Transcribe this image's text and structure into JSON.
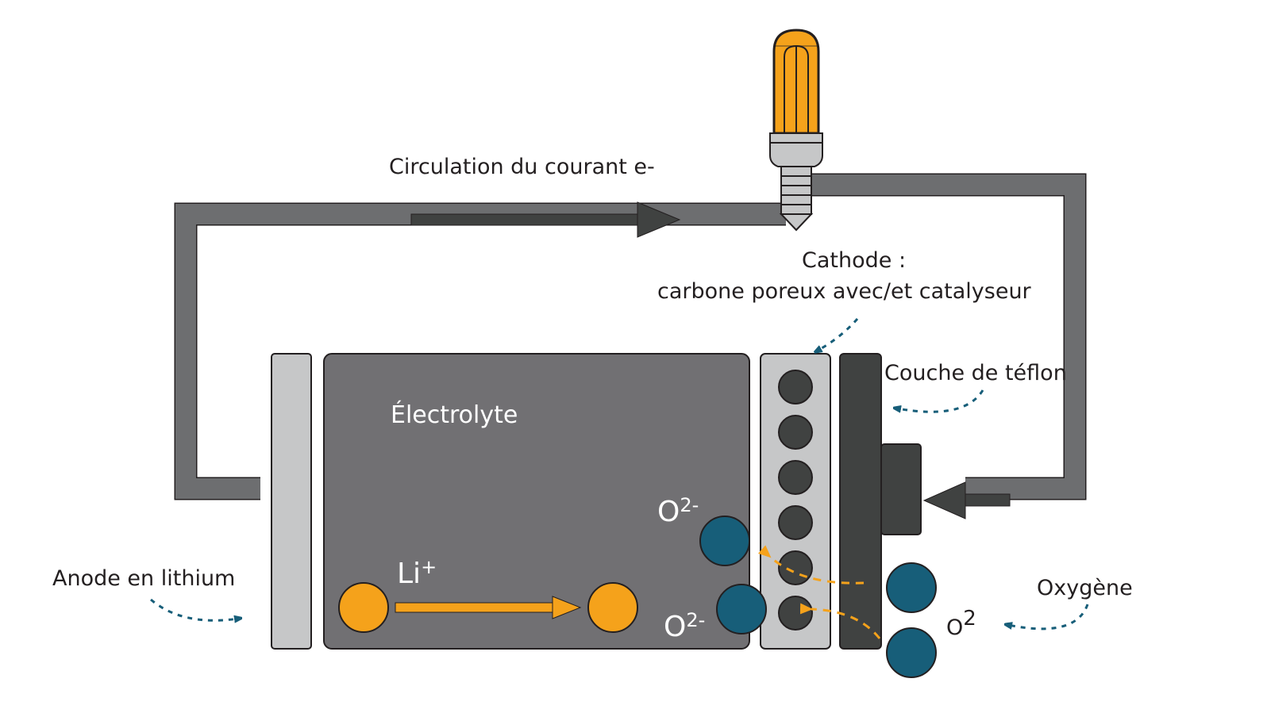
{
  "labels": {
    "current": "Circulation du courant e-",
    "cathode_title": "Cathode :",
    "cathode_desc": "carbone poreux avec/et catalyseur",
    "teflon": "Couche de téflon",
    "electrolyte": "Électrolyte",
    "anode": "Anode en lithium",
    "oxygen": "Oxygène",
    "li_ion_base": "Li",
    "li_ion_sup": "+",
    "o2_ion_base": "O",
    "o2_ion_sup": "2-",
    "o2_molecule_base": "O",
    "o2_molecule_sup": "2"
  },
  "colors": {
    "wire": "#6d6e70",
    "electrolyte": "#717073",
    "anode": "#c6c7c8",
    "cathode": "#c6c7c8",
    "teflon": "#404241",
    "lithium": "#f5a21b",
    "oxygen": "#175e79",
    "pore": "#404241",
    "bulb": "#f5a21b",
    "arrow_dark": "#404241"
  },
  "icons": {
    "bulb": "light-bulb-icon"
  }
}
